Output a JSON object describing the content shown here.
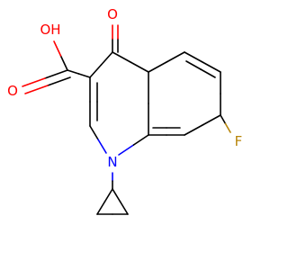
{
  "colors": {
    "carbon_bond": "#000000",
    "oxygen": "#ff0000",
    "nitrogen": "#0000ff",
    "fluorine": "#b8860b",
    "background": "#ffffff"
  },
  "labels": {
    "hydroxyl": "OH",
    "carbonyl_acid": "O",
    "ketone": "O",
    "nitrogen": "N",
    "fluorine": "F"
  }
}
